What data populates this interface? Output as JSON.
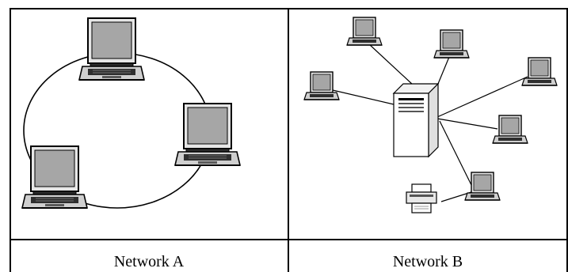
{
  "panels": [
    {
      "id": "network-a",
      "caption": "Network A",
      "topology": "ring",
      "laptops": 3,
      "connection": "shared loop"
    },
    {
      "id": "network-b",
      "caption": "Network B",
      "topology": "client-server",
      "central_node": "server-tower",
      "laptops": 6,
      "printers": 1
    }
  ],
  "colors": {
    "line": "#000000",
    "screen_gray": "#a6a6a6",
    "body_gray": "#c8c8c8",
    "dark_gray": "#3a3a3a",
    "background": "#ffffff"
  },
  "icons": {
    "client": "laptop-icon",
    "server": "server-icon",
    "printer": "printer-icon"
  }
}
